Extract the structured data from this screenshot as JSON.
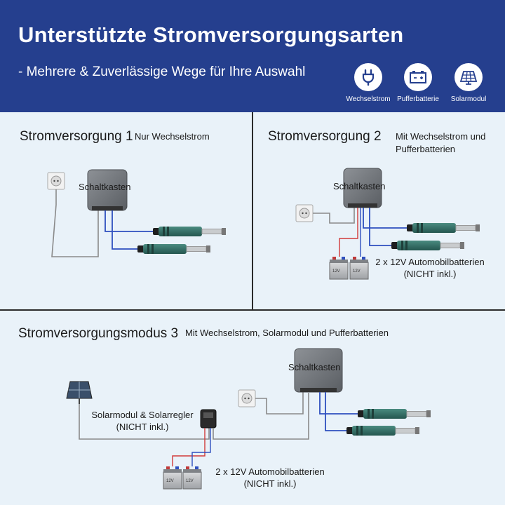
{
  "header": {
    "title": "Unterstützte Stromversorgungsarten",
    "subtitle": "- Mehrere & Zuverlässige Wege für Ihre Auswahl",
    "icons": [
      {
        "icon": "plug-icon",
        "label": "Wechselstrom"
      },
      {
        "icon": "battery-icon",
        "label": "Pufferbatterie"
      },
      {
        "icon": "solar-panel-icon",
        "label": "Solarmodul"
      }
    ]
  },
  "section1": {
    "title": "Stromversorgung 1",
    "subtitle": "Nur Wechselstrom",
    "box_label": "Schaltkasten"
  },
  "section2": {
    "title": "Stromversorgung 2",
    "subtitle_line1": "Mit Wechselstrom und",
    "subtitle_line2": "Pufferbatterien",
    "box_label": "Schaltkasten",
    "battery_line1": "2 x 12V Automobilbatterien",
    "battery_line2": "(NICHT inkl.)",
    "battery_voltage": "12V"
  },
  "section3": {
    "title": "Stromversorgungsmodus 3",
    "subtitle": "Mit Wechselstrom, Solarmodul und Pufferbatterien",
    "box_label": "Schaltkasten",
    "solar_line1": "Solarmodul & Solarregler",
    "solar_line2": "(NICHT inkl.)",
    "battery_line1": "2 x 12V Automobilbatterien",
    "battery_line2": "(NICHT inkl.)",
    "battery_voltage": "12V"
  },
  "colors": {
    "header_bg": "#253f8e",
    "panel_bg": "#e9f2f9",
    "wire_blue": "#2e4fbf",
    "wire_red": "#d13a3a",
    "wire_gray": "#8a8a8a",
    "actuator": "#2f6e66"
  }
}
